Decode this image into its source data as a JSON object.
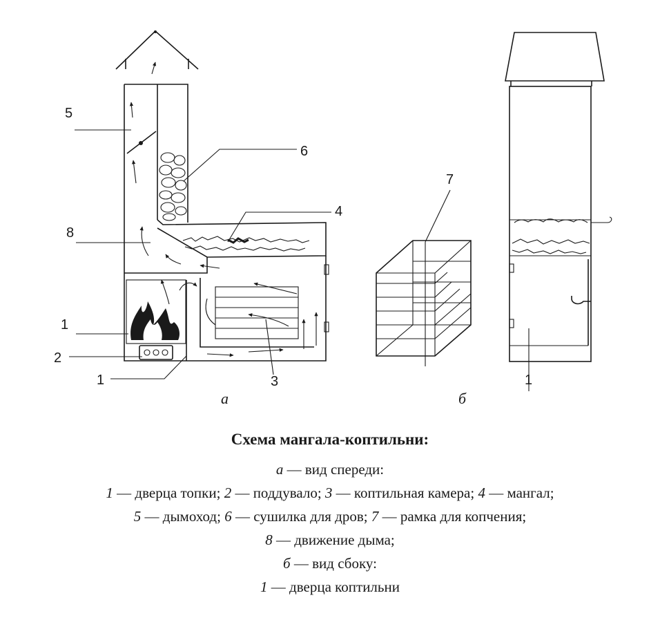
{
  "labels": {
    "l1_firebox": "1",
    "l1_chamber": "1",
    "l2": "2",
    "l3": "3",
    "l4": "4",
    "l5": "5",
    "l6": "6",
    "l7": "7",
    "l8": "8",
    "l1_side": "1"
  },
  "views": {
    "front": "а",
    "side": "б"
  },
  "caption": {
    "title": "Схема мангала-коптильни:",
    "line1": [
      {
        "n": "а",
        "t": " — вид спереди:"
      }
    ],
    "line2": [
      {
        "n": "1",
        "t": " — дверца топки; "
      },
      {
        "n": "2",
        "t": " — поддувало; "
      },
      {
        "n": "3",
        "t": " — коптильная камера; "
      },
      {
        "n": "4",
        "t": " — мангал;"
      }
    ],
    "line3": [
      {
        "n": "5",
        "t": " — дымоход; "
      },
      {
        "n": "6",
        "t": " — сушилка для дров; "
      },
      {
        "n": "7",
        "t": " — рамка для копчения;"
      }
    ],
    "line4": [
      {
        "n": "8",
        "t": " — движение дыма;"
      }
    ],
    "line5": [
      {
        "n": "б",
        "t": " — вид сбоку:"
      }
    ],
    "line6": [
      {
        "n": "1",
        "t": " — дверца коптильни"
      }
    ]
  },
  "colors": {
    "ink": "#1a1a1a",
    "background": "#ffffff"
  }
}
